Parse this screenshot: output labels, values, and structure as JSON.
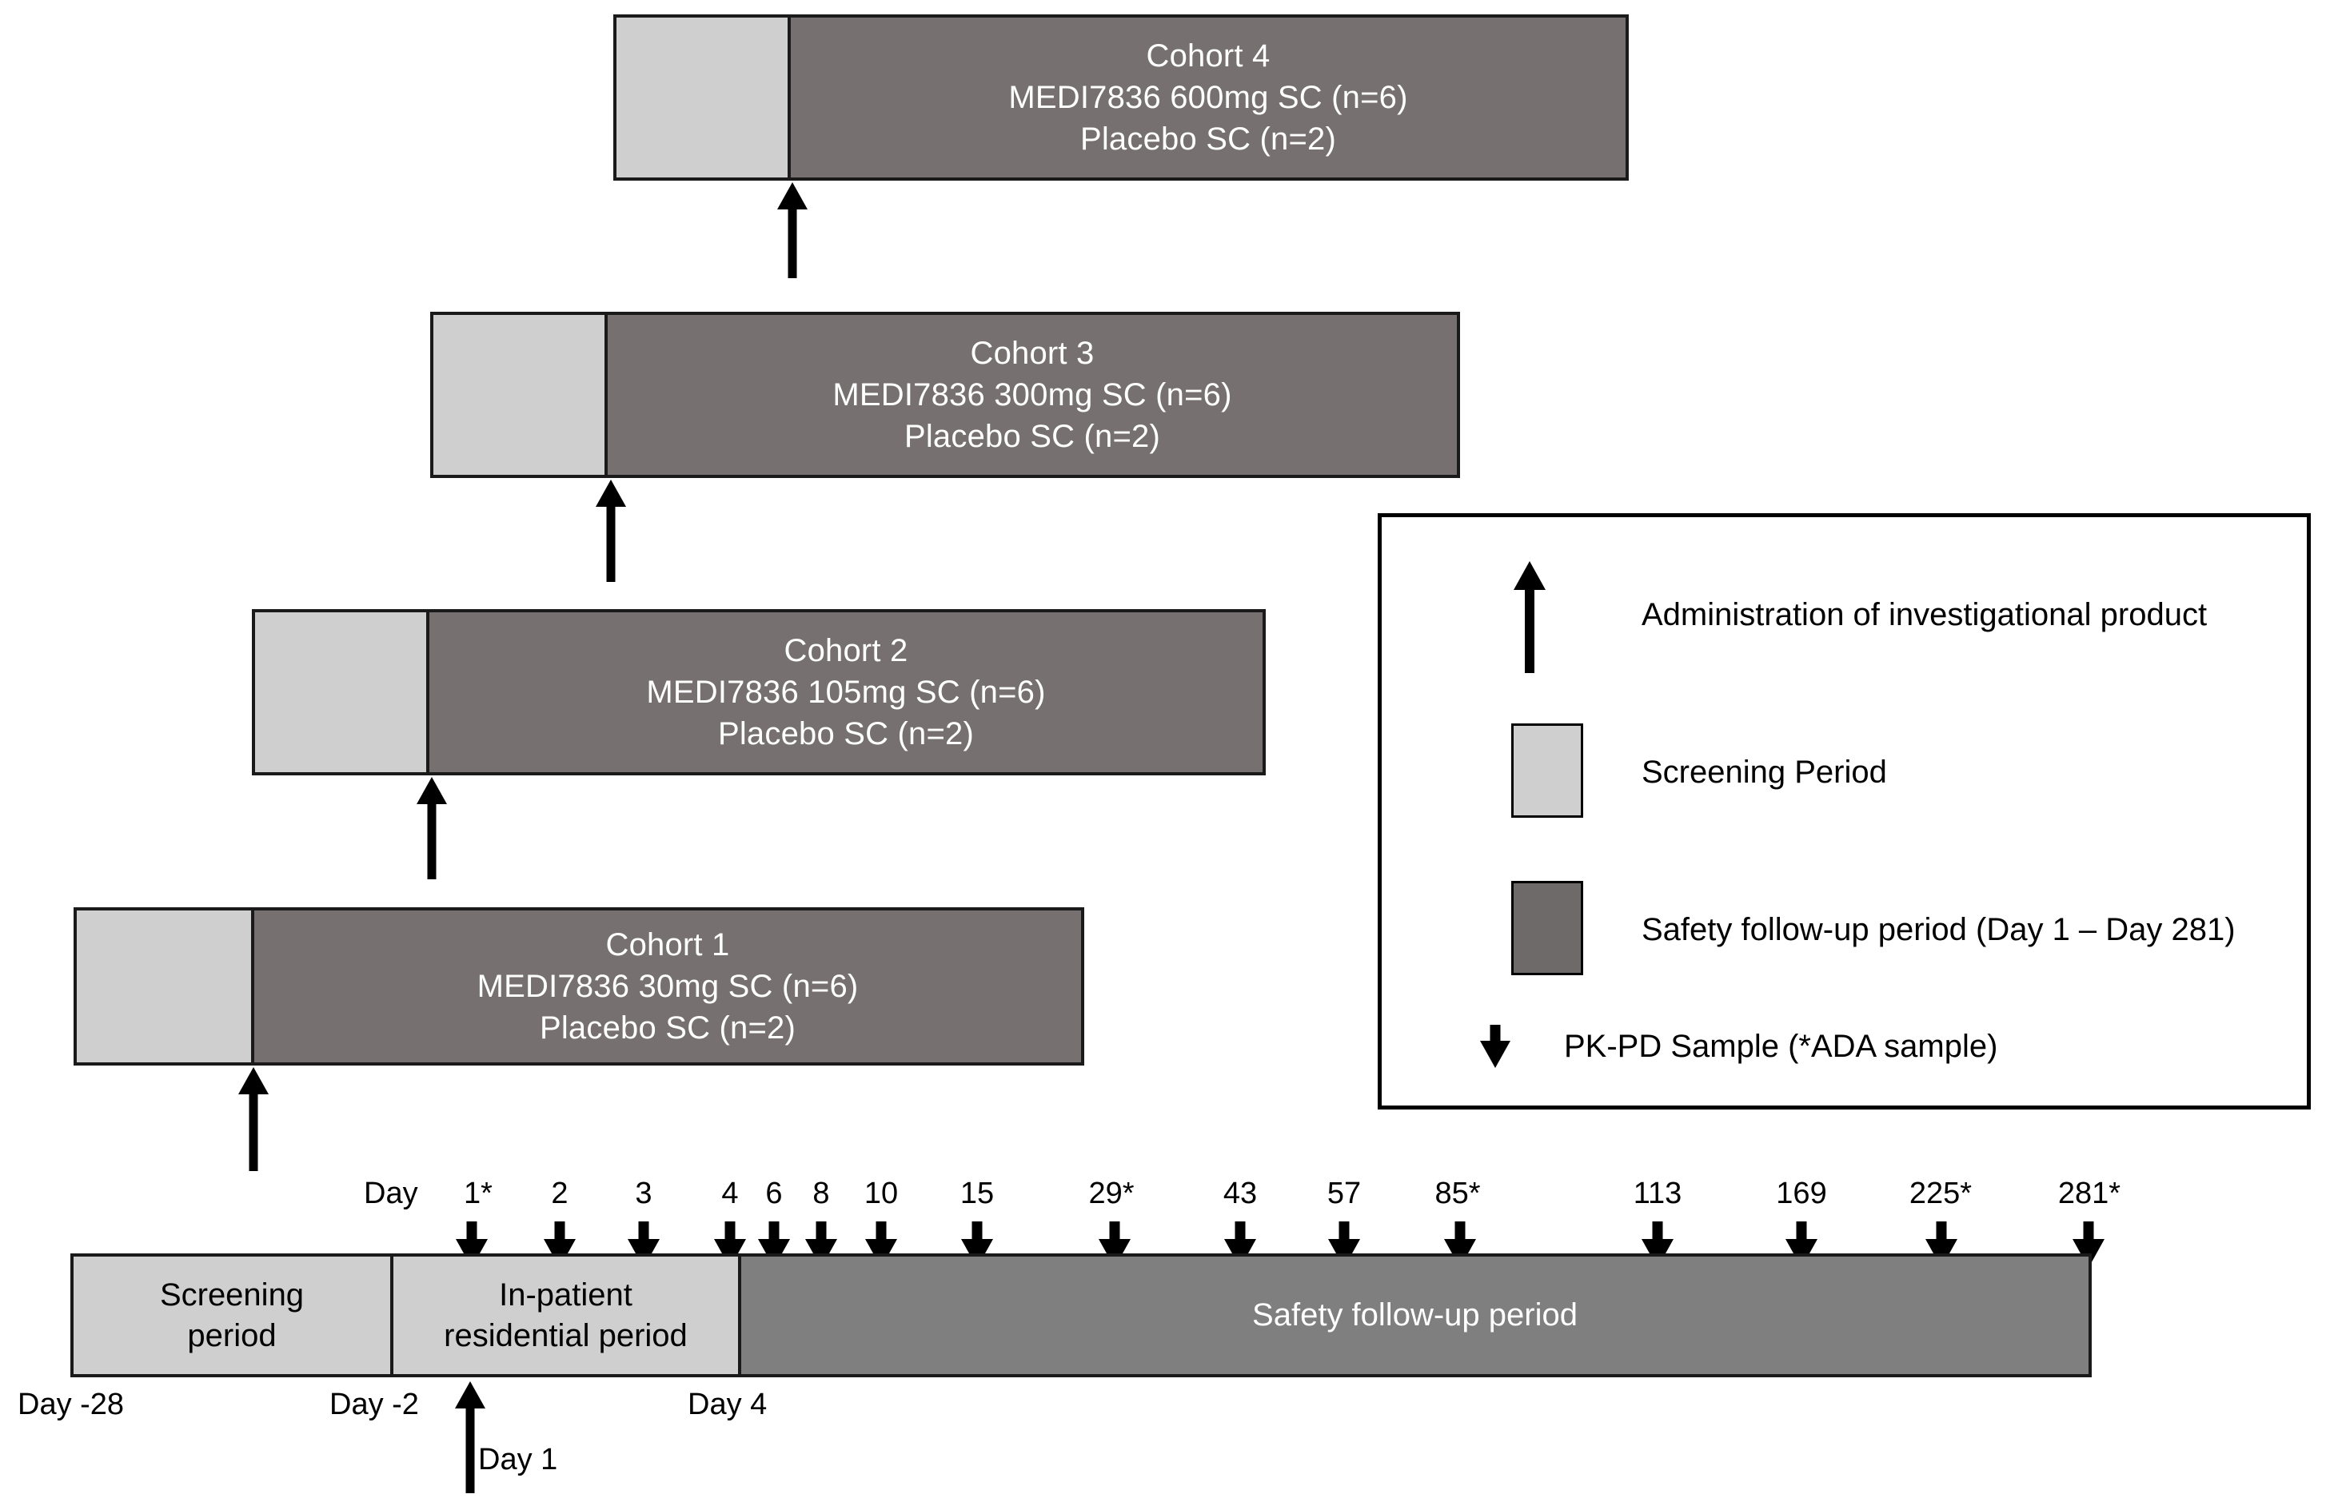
{
  "colors": {
    "screening": "#cfcfcf",
    "follow_up": "#767070",
    "timeline_follow_up": "#7f7f7f",
    "outline": "#1a1a1a",
    "arrow": "#000000",
    "text_on_dark": "#ffffff"
  },
  "cohorts": [
    {
      "title": "Cohort 1",
      "dose_line": "MEDI7836 30mg SC (n=6)",
      "placebo_line": "Placebo SC (n=2)",
      "dose_mg": 30,
      "n_active": 6,
      "n_placebo": 2
    },
    {
      "title": "Cohort 2",
      "dose_line": "MEDI7836 105mg SC (n=6)",
      "placebo_line": "Placebo SC (n=2)",
      "dose_mg": 105,
      "n_active": 6,
      "n_placebo": 2
    },
    {
      "title": "Cohort 3",
      "dose_line": "MEDI7836 300mg SC (n=6)",
      "placebo_line": "Placebo SC (n=2)",
      "dose_mg": 300,
      "n_active": 6,
      "n_placebo": 2
    },
    {
      "title": "Cohort 4",
      "dose_line": "MEDI7836 600mg SC (n=6)",
      "placebo_line": "Placebo SC (n=2)",
      "dose_mg": 600,
      "n_active": 6,
      "n_placebo": 2
    }
  ],
  "timeline": {
    "day_word": "Day",
    "segments": [
      {
        "line1": "Screening",
        "line2": "period"
      },
      {
        "line1": "In-patient",
        "line2": "residential period"
      },
      {
        "line1": "Safety follow-up period",
        "line2": ""
      }
    ],
    "edge_labels": {
      "start": "Day -28",
      "screening_end": "Day -2",
      "residential_end": "Day 4",
      "dosing": "Day 1"
    },
    "pk_pd_days": [
      "1*",
      "2",
      "3",
      "4",
      "6",
      "8",
      "10",
      "15",
      "29*",
      "43",
      "57",
      "85*",
      "113",
      "169",
      "225*",
      "281*"
    ]
  },
  "legend": {
    "items": [
      {
        "icon": "up-arrow-icon",
        "label": "Administration of investigational product"
      },
      {
        "icon": "light-gray-swatch",
        "label": "Screening Period"
      },
      {
        "icon": "dark-gray-swatch",
        "label": "Safety follow-up period (Day 1 – Day 281)"
      },
      {
        "icon": "down-arrow-icon",
        "label": "PK-PD Sample (*ADA sample)"
      }
    ]
  }
}
